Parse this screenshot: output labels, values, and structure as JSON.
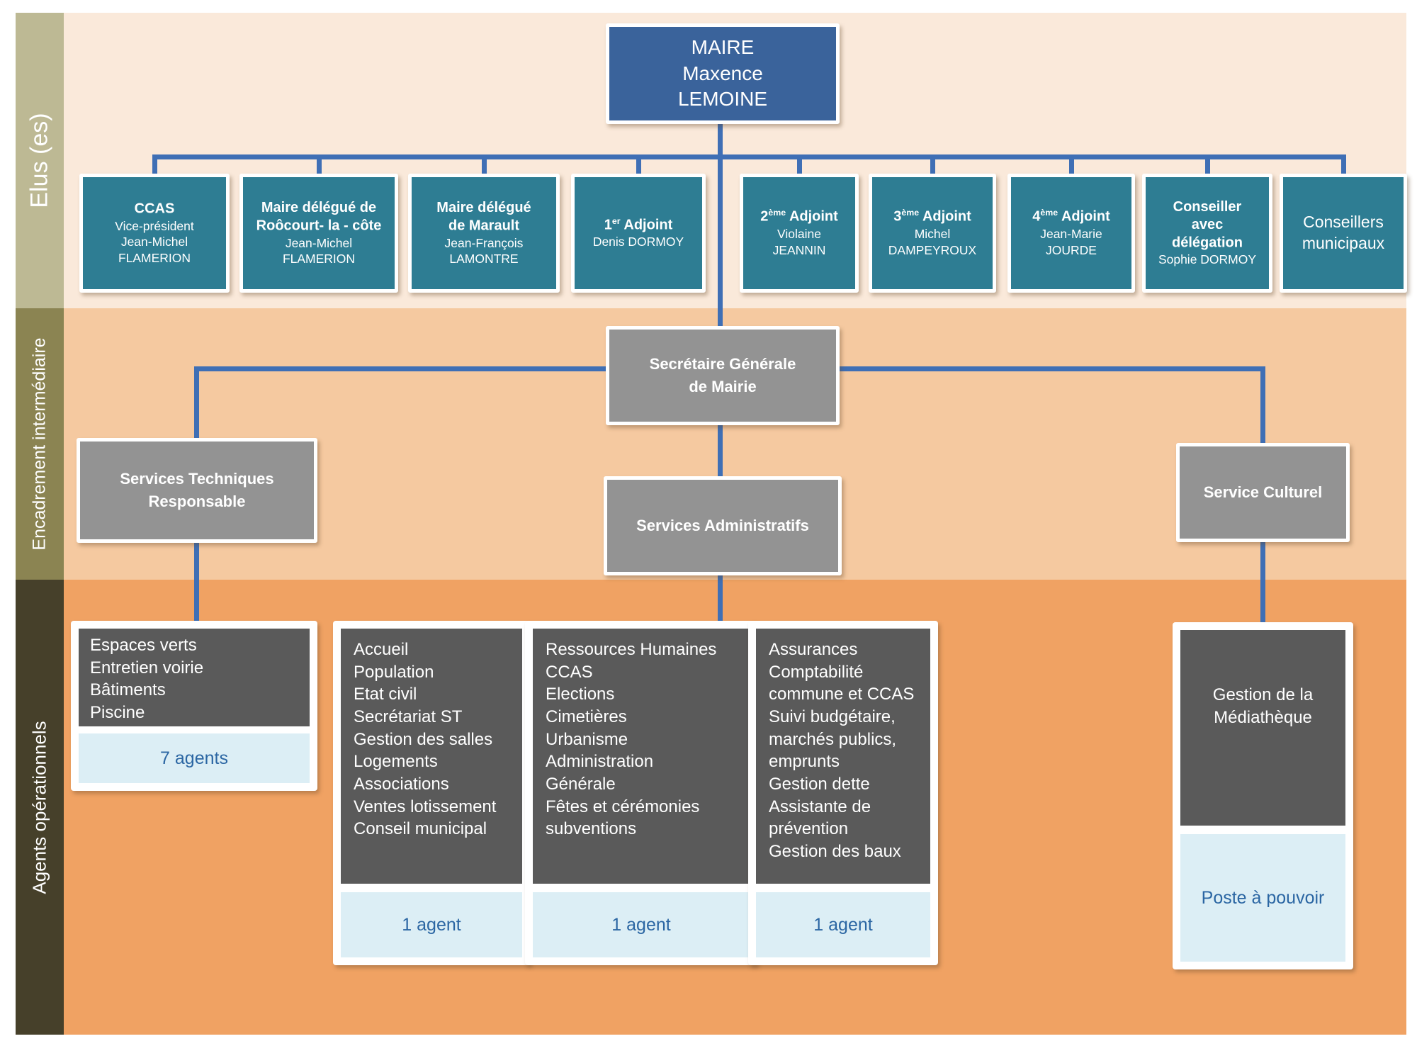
{
  "bands": {
    "top": "Elus (es)",
    "mid": "Encadrement  intermédiaire",
    "bot": "Agents opérationnels"
  },
  "mayor": {
    "lines": [
      "MAIRE",
      "Maxence",
      "LEMOINE"
    ]
  },
  "elected": [
    {
      "t1": "CCAS",
      "sup": "",
      "t2": "",
      "lines": [
        "Vice-président",
        "Jean-Michel FLAMERION"
      ]
    },
    {
      "t1": "Maire délégué de Roôcourt- la - côte",
      "sup": "",
      "t2": "",
      "lines": [
        "Jean-Michel FLAMERION"
      ]
    },
    {
      "t1": "Maire délégué de Marault",
      "sup": "",
      "t2": "",
      "lines": [
        "Jean-François LAMONTRE"
      ]
    },
    {
      "t1": "1",
      "sup": "er",
      "t2": " Adjoint",
      "lines": [
        "Denis DORMOY"
      ]
    },
    {
      "t1": "2",
      "sup": "ème",
      "t2": " Adjoint",
      "lines": [
        "Violaine JEANNIN"
      ]
    },
    {
      "t1": "3",
      "sup": "ème",
      "t2": " Adjoint",
      "lines": [
        "Michel DAMPEYROUX"
      ]
    },
    {
      "t1": "4",
      "sup": "ème",
      "t2": " Adjoint",
      "lines": [
        "Jean-Marie JOURDE"
      ]
    },
    {
      "t1": "Conseiller avec délégation",
      "sup": "",
      "t2": "",
      "lines": [
        "Sophie DORMOY"
      ]
    },
    {
      "t1": "Conseillers municipaux",
      "sup": "",
      "t2": "",
      "lines": []
    }
  ],
  "management": {
    "secretary": "Secrétaire Générale de Mairie",
    "technical": "Services Techniques Responsable",
    "administrative": "Services Administratifs",
    "cultural": "Service Culturel"
  },
  "operations": {
    "technical": {
      "items": [
        "Espaces verts",
        "Entretien voirie",
        "Bâtiments",
        "Piscine"
      ],
      "staff": "7 agents"
    },
    "admin_columns": [
      {
        "items": [
          "Accueil",
          "Population",
          "Etat civil",
          "Secrétariat ST",
          "Gestion des salles",
          "Logements",
          "Associations",
          "Ventes lotissement",
          "Conseil municipal"
        ],
        "staff": "1 agent"
      },
      {
        "items": [
          "Ressources Humaines",
          "CCAS",
          "Elections",
          "Cimetières",
          "Urbanisme",
          "Administration Générale",
          "Fêtes et cérémonies subventions"
        ],
        "staff": "1 agent"
      },
      {
        "items": [
          "Assurances",
          "Comptabilité commune et CCAS",
          "Suivi budgétaire, marchés publics, emprunts",
          "Gestion dette",
          "Assistante de prévention",
          "Gestion des baux"
        ],
        "staff": "1 agent"
      }
    ],
    "cultural": {
      "items": [
        "Gestion de la Médiathèque"
      ],
      "staff": "Poste à pouvoir"
    }
  },
  "colors": {
    "mayor_box": "#3A639B",
    "elected_box": "#2E7D93",
    "management_box": "#939393",
    "operations_box": "#5A5A5A",
    "staff_box": "#DCEEF5",
    "staff_text": "#2B66A3",
    "connector": "#3F6FB5",
    "band_top": "#BDB994",
    "band_mid": "#8B8452",
    "band_bot": "#46402A",
    "zone_top": "#FAE9DA",
    "zone_mid": "#F5C9A0",
    "zone_bot": "#F0A263"
  }
}
